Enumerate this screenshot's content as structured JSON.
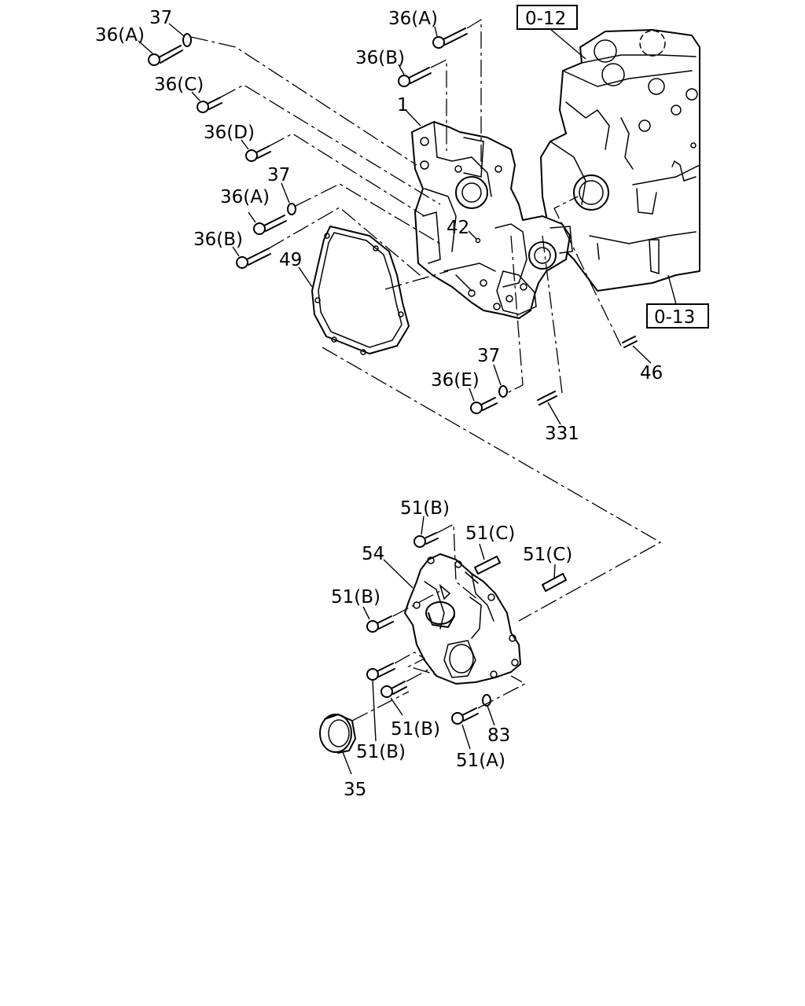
{
  "refs": {
    "ref_top": "0-12",
    "ref_mid": "0-13"
  },
  "labels": {
    "l37_a": "37",
    "l36a_1": "36(A)",
    "l36a_2": "36(A)",
    "l36b_1": "36(B)",
    "l36c": "36(C)",
    "l1": "1",
    "l36d": "36(D)",
    "l37_b": "37",
    "l36a_3": "36(A)",
    "l42": "42",
    "l36b_2": "36(B)",
    "l49": "49",
    "l46": "46",
    "l37_c": "37",
    "l36e": "36(E)",
    "l331": "331",
    "l51b_1": "51(B)",
    "l51c_1": "51(C)",
    "l54": "54",
    "l51c_2": "51(C)",
    "l51b_2": "51(B)",
    "l51b_3": "51(B)",
    "l83": "83",
    "l51b_4": "51(B)",
    "l51a": "51(A)",
    "l35": "35"
  },
  "icons": [
    "bolt-icon",
    "washer-icon",
    "stud-icon",
    "gasket-icon",
    "oil-seal-icon",
    "engine-block-icon",
    "timing-case-icon",
    "rear-cover-icon"
  ]
}
